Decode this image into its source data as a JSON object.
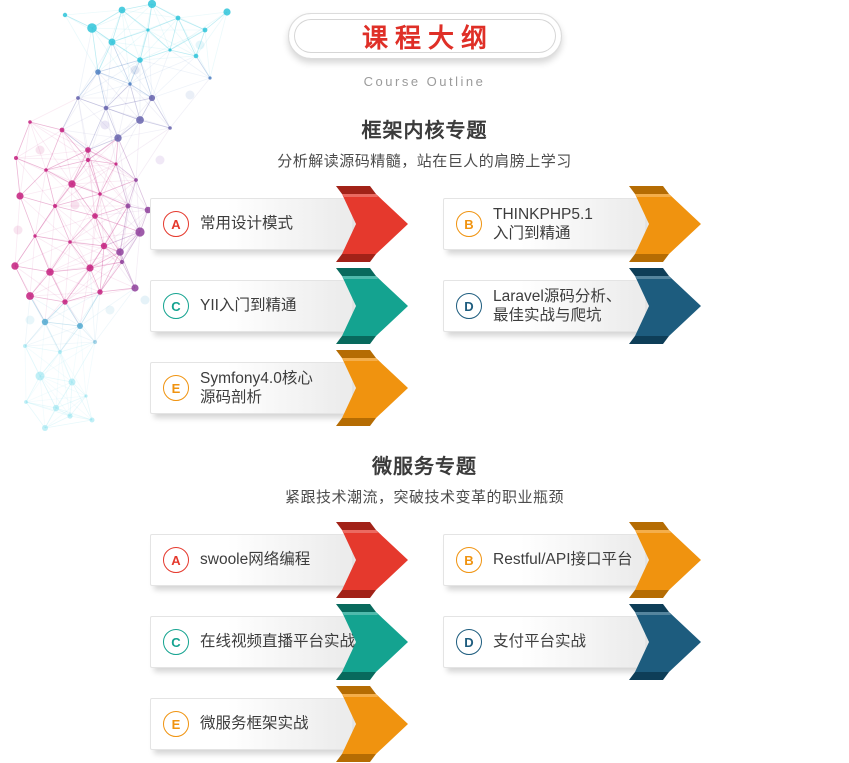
{
  "header": {
    "title": "课程大纲",
    "subtitle_en": "Course Outline"
  },
  "colors": {
    "red": "#e5392d",
    "red_dark": "#a22218",
    "orange": "#f0930f",
    "orange_dark": "#b56c03",
    "teal": "#14a390",
    "teal_dark": "#086a5d",
    "blue": "#1d5c7e",
    "blue_dark": "#0e3e58",
    "title_red": "#df2f27",
    "text_dark": "#3d3d3d"
  },
  "sections": [
    {
      "title": "框架内核专题",
      "subtitle": "分析解读源码精髓，站在巨人的肩膀上学习",
      "items": [
        {
          "badge": "A",
          "color": "red",
          "lines": [
            "常用设计模式"
          ]
        },
        {
          "badge": "B",
          "color": "orange",
          "lines": [
            "THINKPHP5.1",
            "入门到精通"
          ]
        },
        {
          "badge": "C",
          "color": "teal",
          "lines": [
            "YII入门到精通"
          ]
        },
        {
          "badge": "D",
          "color": "blue",
          "lines": [
            "Laravel源码分析、",
            "最佳实战与爬坑"
          ]
        },
        {
          "badge": "E",
          "color": "orange",
          "lines": [
            "Symfony4.0核心",
            "源码剖析"
          ]
        }
      ]
    },
    {
      "title": "微服务专题",
      "subtitle": "紧跟技术潮流，突破技术变革的职业瓶颈",
      "items": [
        {
          "badge": "A",
          "color": "red",
          "lines": [
            "swoole网络编程"
          ]
        },
        {
          "badge": "B",
          "color": "orange",
          "lines": [
            "Restful/API接口平台"
          ]
        },
        {
          "badge": "C",
          "color": "teal",
          "lines": [
            "在线视频直播平台实战"
          ]
        },
        {
          "badge": "D",
          "color": "blue",
          "lines": [
            "支付平台实战"
          ]
        },
        {
          "badge": "E",
          "color": "orange",
          "lines": [
            "微服务框架实战"
          ]
        }
      ]
    }
  ]
}
